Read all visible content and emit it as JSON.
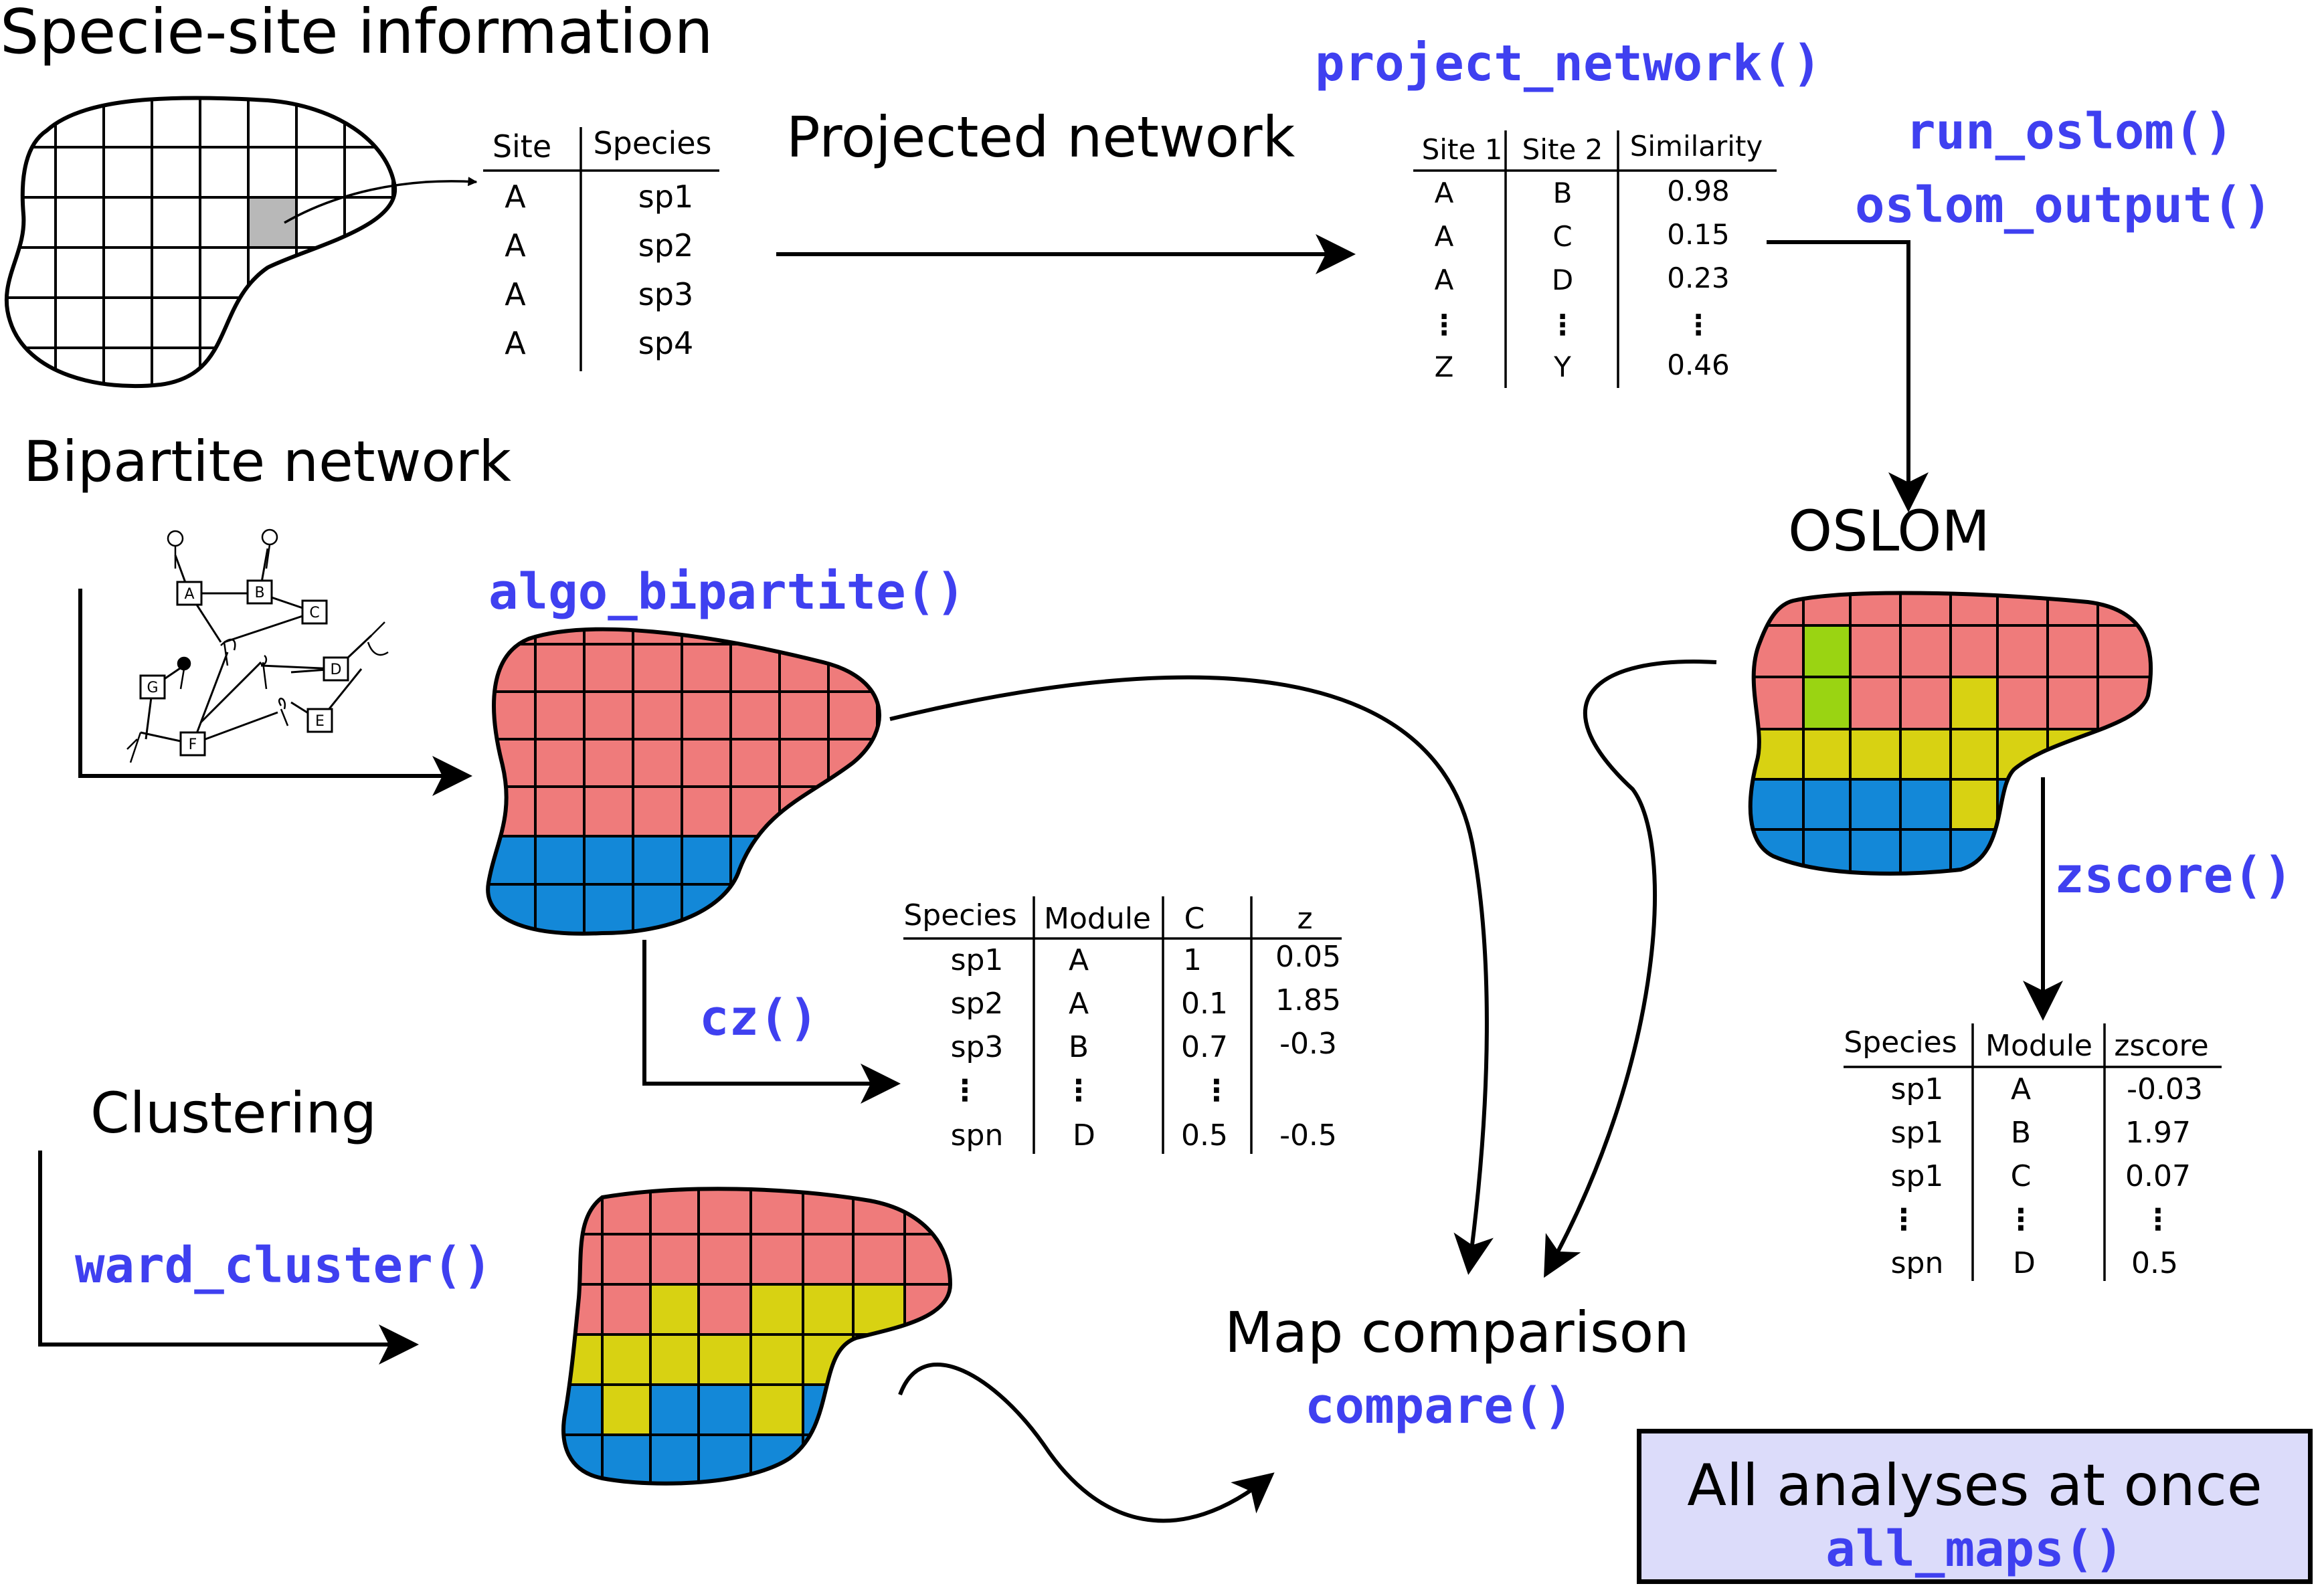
{
  "labels": {
    "specie_site": "Specie-site information",
    "projected_network": "Projected network",
    "bipartite_network": "Bipartite network",
    "oslom": "OSLOM",
    "clustering": "Clustering",
    "map_comparison": "Map comparison",
    "all_analyses": "All analyses at once"
  },
  "functions": {
    "project_network": "project_network()",
    "run_oslom": "run_oslom()",
    "oslom_output": "oslom_output()",
    "algo_bipartite": "algo_bipartite()",
    "zscore": "zscore()",
    "cz": "cz()",
    "ward_cluster": "ward_cluster()",
    "compare": "compare()",
    "all_maps": "all_maps()"
  },
  "tables": {
    "site_species": {
      "headers": [
        "Site",
        "Species"
      ],
      "rows": [
        [
          "A",
          "sp1"
        ],
        [
          "A",
          "sp2"
        ],
        [
          "A",
          "sp3"
        ],
        [
          "A",
          "sp4"
        ]
      ]
    },
    "similarity": {
      "headers": [
        "Site 1",
        "Site 2",
        "Similarity"
      ],
      "rows": [
        [
          "A",
          "B",
          "0.98"
        ],
        [
          "A",
          "C",
          "0.15"
        ],
        [
          "A",
          "D",
          "0.23"
        ],
        [
          "⋮",
          "⋮",
          "⋮"
        ],
        [
          "Z",
          "Y",
          "0.46"
        ]
      ]
    },
    "cz": {
      "headers": [
        "Species",
        "Module",
        "C",
        "z"
      ],
      "rows": [
        [
          "sp1",
          "A",
          "1",
          "0.05"
        ],
        [
          "sp2",
          "A",
          "0.1",
          "1.85"
        ],
        [
          "sp3",
          "B",
          "0.7",
          "-0.3"
        ],
        [
          "⋮",
          "⋮",
          "⋮",
          ""
        ],
        [
          "spn",
          "D",
          "0.5",
          "-0.5"
        ]
      ]
    },
    "zscore": {
      "headers": [
        "Species",
        "Module",
        "zscore"
      ],
      "rows": [
        [
          "sp1",
          "A",
          "-0.03"
        ],
        [
          "sp1",
          "B",
          "1.97"
        ],
        [
          "sp1",
          "C",
          "0.07"
        ],
        [
          "⋮",
          "⋮",
          "⋮"
        ],
        [
          "spn",
          "D",
          "0.5"
        ]
      ]
    }
  },
  "network": {
    "sites": [
      "A",
      "B",
      "C",
      "D",
      "E",
      "F",
      "G"
    ]
  },
  "colors": {
    "module_red": "#ef7b7b",
    "module_blue": "#1388d8",
    "module_yellow": "#d8d212",
    "module_green": "#9ad412",
    "selected_cell": "#b8b8b8",
    "function_text": "#3f40f0",
    "box_fill": "#dcdcfa"
  }
}
